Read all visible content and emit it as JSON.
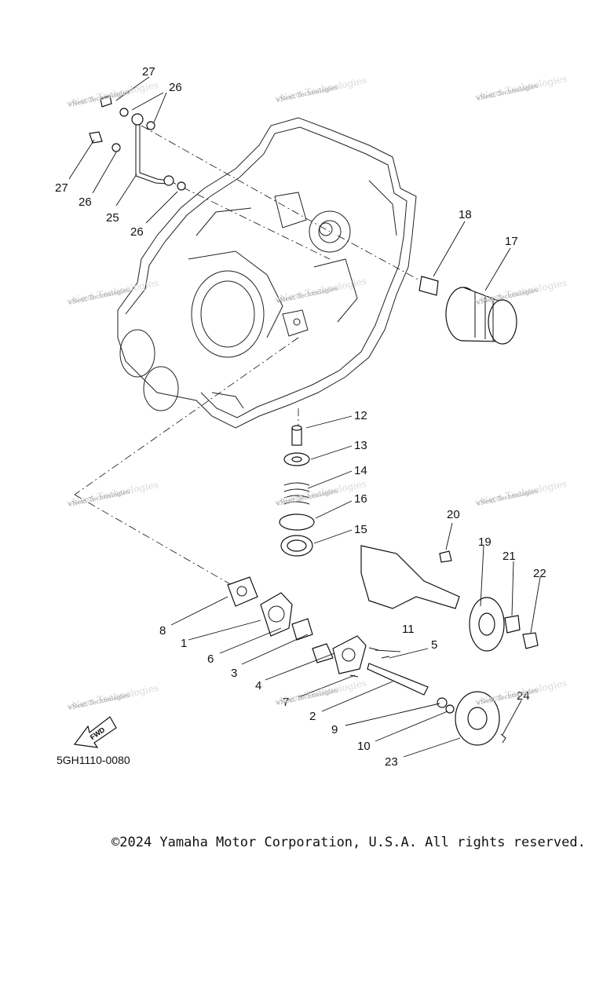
{
  "diagram": {
    "callouts": [
      "1",
      "2",
      "3",
      "4",
      "5",
      "6",
      "7",
      "8",
      "9",
      "10",
      "11",
      "12",
      "13",
      "14",
      "15",
      "16",
      "17",
      "18",
      "19",
      "20",
      "21",
      "22",
      "23",
      "24",
      "25",
      "26",
      "27"
    ],
    "watermark_small": "vNext Technologies",
    "watermark_big": "vNext Technologies",
    "fwd_label": "FWD",
    "drawing_code": "5GH1110-0080"
  },
  "footer": {
    "copyright": "©2024 Yamaha Motor Corporation, U.S.A. All rights reserved."
  }
}
